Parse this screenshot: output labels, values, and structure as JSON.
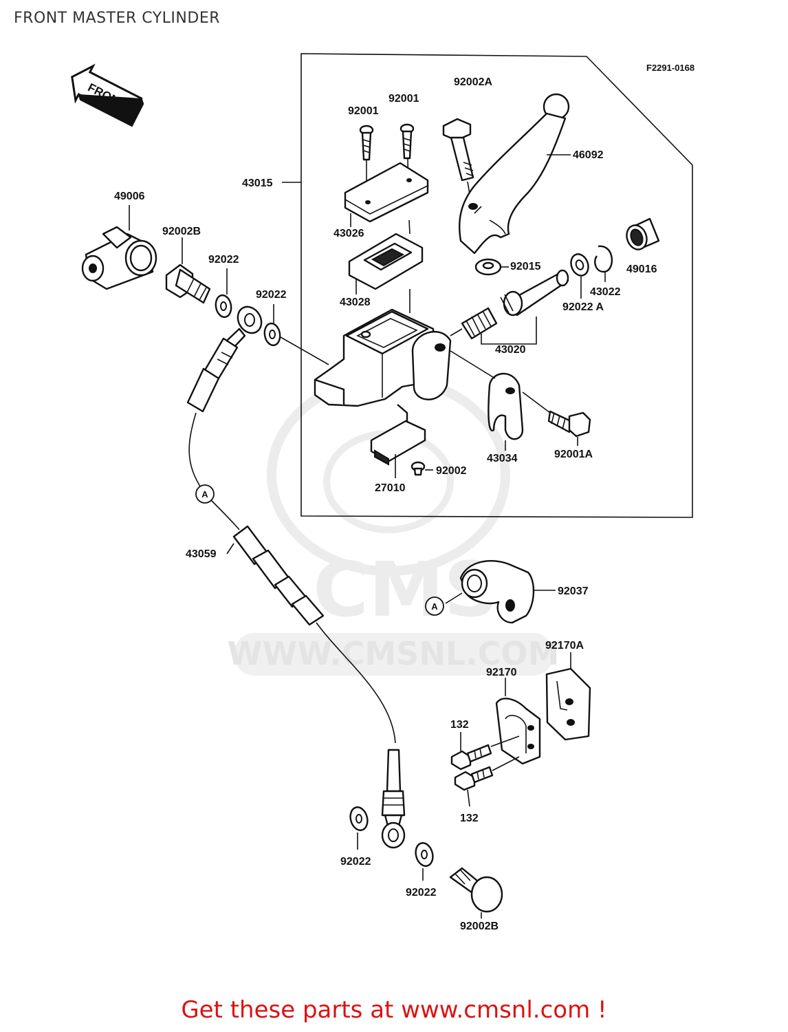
{
  "page": {
    "title": "FRONT MASTER CYLINDER"
  },
  "diagram": {
    "code": "F2291-0168",
    "front_arrow": "FRONT",
    "callout_a": "A",
    "watermark_site": "WWW.CMSNL.COM",
    "parts": {
      "p92002A": "92002A",
      "p92001_left": "92001",
      "p92001_right": "92001",
      "p46092": "46092",
      "p43015": "43015",
      "p49006": "49006",
      "p92002B_top": "92002B",
      "p92022_a": "92022",
      "p92022_b": "92022",
      "p43026": "43026",
      "p43028": "43028",
      "p92015": "92015",
      "p49016": "49016",
      "p43022": "43022",
      "p92022A": "92022 A",
      "p43020": "43020",
      "p43034": "43034",
      "p92001A": "92001A",
      "p92002": "92002",
      "p27010": "27010",
      "p43059": "43059",
      "p92037": "92037",
      "p92170A": "92170A",
      "p92170": "92170",
      "p132_top": "132",
      "p132_bottom": "132",
      "p92022_c": "92022",
      "p92022_d": "92022",
      "p92002B_bottom": "92002B"
    }
  },
  "footer": {
    "text": "Get these parts at www.cmsnl.com !"
  }
}
